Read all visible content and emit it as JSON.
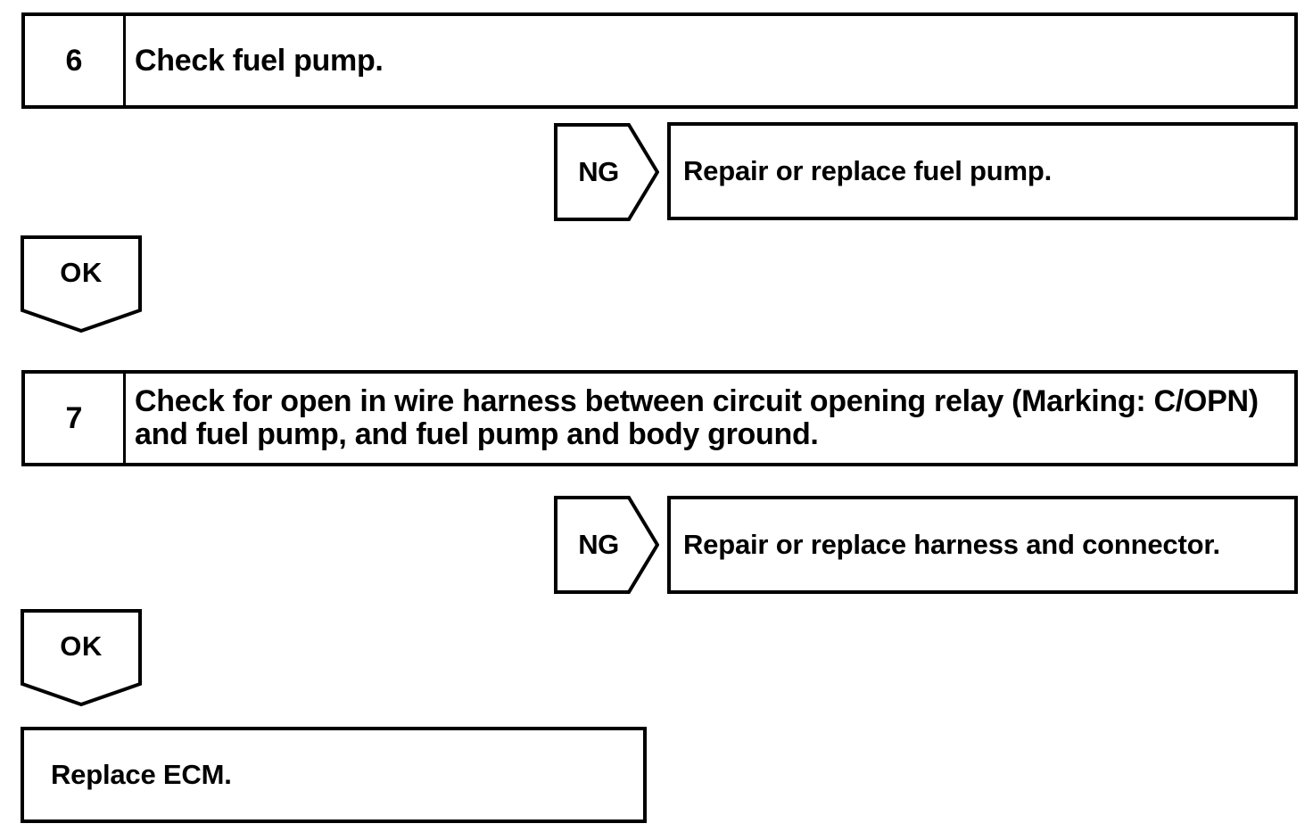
{
  "flow": {
    "connectors": {
      "ng": "NG",
      "ok": "OK"
    },
    "steps": [
      {
        "number": "6",
        "lines": [
          "Check fuel pump."
        ]
      },
      {
        "number": "7",
        "lines": [
          "Check for open in wire harness between circuit opening relay (Marking: C/OPN)",
          "and fuel pump, and fuel pump and body ground."
        ]
      }
    ],
    "results": [
      "Repair or replace fuel pump.",
      "Repair or replace harness and connector."
    ],
    "final": "Replace ECM.",
    "ink_color": "#000000",
    "background_color": "#ffffff"
  }
}
